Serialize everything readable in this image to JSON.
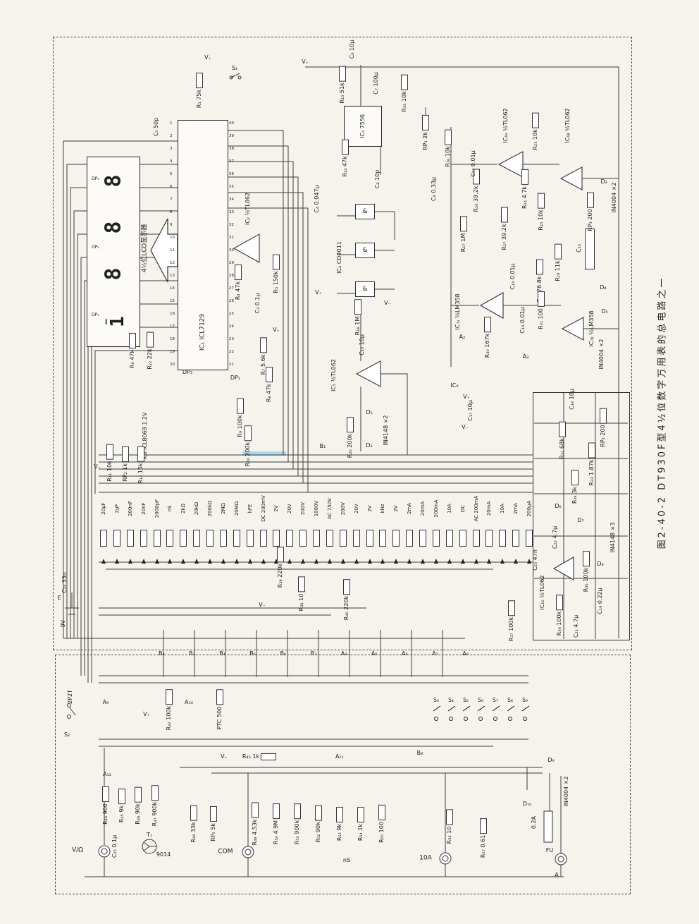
{
  "caption": "图2-40-2  DT930F型4½位数字万用表的总电路之一",
  "display": {
    "label": "4½位LCD显示器",
    "digits": [
      "8",
      "8",
      "8"
    ],
    "half": "1",
    "minus": "−",
    "dps": [
      "DP₃",
      "DP₂",
      "DP₁"
    ]
  },
  "ic1": {
    "pins_left": [
      "1",
      "2",
      "3",
      "4",
      "5",
      "6",
      "7",
      "8",
      "9",
      "10",
      "11",
      "12",
      "13",
      "14",
      "15",
      "16",
      "17",
      "18",
      "19",
      "20"
    ],
    "pins_right": [
      "40",
      "39",
      "38",
      "37",
      "36",
      "35",
      "34",
      "33",
      "32",
      "31",
      "30",
      "29",
      "28",
      "27",
      "26",
      "25",
      "24",
      "23",
      "22",
      "21"
    ]
  },
  "ranges": [
    "20μF",
    "2μF",
    "200nF",
    "20nF",
    "2000pF",
    "nS",
    "2kΩ",
    "20kΩ",
    "200kΩ",
    "2MΩ",
    "20MΩ",
    "hFE",
    "DC 200mV",
    "2V",
    "20V",
    "200V",
    "1000V",
    "AC 750V",
    "200V",
    "20V",
    "2V",
    "kHz",
    "2V",
    "2mA",
    "20mA",
    "200mA",
    "10A",
    "DC",
    "AC 200mA",
    "20mA",
    "10A",
    "2mA",
    "200μA"
  ],
  "bus_links": [
    "B₂",
    "B₃",
    "B₄",
    "B₅",
    "B₆",
    "B₇",
    "A₄",
    "A₅",
    "A₆",
    "A₇",
    "A₈"
  ],
  "s_row": [
    "S₃",
    "S₄",
    "S₅",
    "S₆",
    "S₇",
    "S₈",
    "S₉"
  ],
  "parts": {
    "s_power": "S₁",
    "vplus": "V₊",
    "vminus": "V₋",
    "gate": "&",
    "ic1": "IC₁ ICL7129",
    "ic2": "IC₂ ½TL062",
    "ic3": "IC₃ 7556",
    "ic4": "IC₄ CD4011",
    "ic5": "IC₅ ½TL062",
    "ic6a": "IC₆ₐ ½TL062",
    "ic6b": "IC₆ᵦ ½TL062",
    "ic7a": "IC₇ₐ ½LM358",
    "ic7b": "IC₇ᵦ ½LM358",
    "ic8": "IC₈ ICL8069 1.2V",
    "ic9": "IC₉",
    "ic10": "IC₁₀ ½TL062",
    "r1": "R₁ 75k",
    "c5": "C₅ 50p",
    "c4": "C₄ 0.047μ",
    "r4": "R₄ 47k",
    "r5": "R₅ 150k",
    "c3": "C₃ 0.1μ",
    "r7": "R₇ 5.6k",
    "r6": "R₆ 47k",
    "r22": "R₂₂ 22k",
    "dp3": "DP₃",
    "dp2": "DP₂",
    "r8": "R₈ 47k",
    "r9": "R₉ 100k",
    "r10": "R₁₀ 200k",
    "r11": "R₁₁ 10k",
    "rp2": "RP₂ 1k",
    "r12": "R₁₂ 15k",
    "c6": "C₆ 10μ",
    "r13": "R₁₃ 51k",
    "c7": "C₇ 100μ",
    "r15": "R₁₅ 10k",
    "r14": "R₁₄ 47k",
    "c8": "C₈ 10p",
    "rp1": "RP₁ 2k",
    "r16": "R₁₆ 10k",
    "c9": "C₉ 0.33μ",
    "r17": "R₁₇ 1M",
    "r18": "R₁₈ 1M",
    "c10": "C₁₀ 10μ",
    "d1": "D₁",
    "d2": "D₂",
    "in4148x2": "IN4148 ×2",
    "r20": "R₂₀ 200k",
    "b1": "B₁",
    "r23": "R₂₃ 10k",
    "r24": "R₂₄ 4.7k",
    "r25": "R₂₅ 10k",
    "rp3": "RP₃ 200",
    "d3": "D₃",
    "in4004x2": "IN4004 ×2",
    "r26": "R₂₆ 39.2k",
    "c11": "C₁₁ 0.01μ",
    "r27": "R₂₇ 39.2k",
    "c13": "C₁₃",
    "r28": "R₂₈ 11k",
    "r29": "R₂₉ 76.8k",
    "c14": "C₁₄ 0.01μ",
    "r30": "R₃₀ 167k",
    "c15": "C₁₅ 0.01μ",
    "r31": "R₃₁ 100",
    "d4": "D₄",
    "d5": "D₅",
    "a2": "A₂",
    "a3": "A₃",
    "c17": "C₁₇ 10μ",
    "c18": "C₁₈ 10μ",
    "r32": "R₃₂ 68k",
    "rp4": "RP₄ 200",
    "r33": "R₃₃ 1.87k",
    "r34": "R₃₄ 3k",
    "d6": "D₆",
    "d7": "D₇",
    "in4148x3": "IN4148 ×3",
    "d8": "D₈",
    "r35": "R₃₅ 100k",
    "r36": "R₃₆ 100k",
    "c19": "C₁₉ 0.22μ",
    "c20": "C₂₀ 47n",
    "r37": "R₃₇ 100k",
    "c21": "C₂₁ 4.7μ",
    "c22": "C₂₂ 4.7μ",
    "r38": "R₃₈ 220k",
    "r39": "R₃₉ 10",
    "r40": "R₄₀ 220k",
    "bat_e": "E",
    "bat_9v": "9V",
    "c24": "C₂₄ 33n",
    "sw2": "2P2T",
    "sw2_name": "S₂",
    "a9": "A₉",
    "r42": "R₄₂ 100k",
    "a10": "A₁₀",
    "ptc": "PTC 500",
    "b8": "B₈",
    "r43": "R₄₃ 1k",
    "a11": "A₁₁",
    "d9": "D₉",
    "in4004x2b": "IN4004 ×2",
    "d10": "D₁₀",
    "r44": "R₄₄ 900",
    "r45": "R₄₅ 9k",
    "r46": "R₄₆ 90k",
    "r47": "R₄₇ 900k",
    "a12": "A₁₂",
    "r48": "R₄₈ 33k",
    "rp5": "RP₅ 5k",
    "r49": "R₄₉ 4.53k",
    "r50": "R₅₀ 4.9M",
    "r51": "R₅₁ 900k",
    "r52": "R₅₂ 90k",
    "r53": "R₅₃ 9k",
    "r54": "R₅₄ 1k",
    "r55": "R₅₅ 100",
    "r56": "R₅₆ 10",
    "r57": "R₅₇ 0.61",
    "fu": "FU",
    "fu_rating": "0.2A",
    "t1": "T₁",
    "t1_type": "9014",
    "c25": "C₂₅ 0.1μ",
    "term_vohm": "V/Ω",
    "term_com": "COM",
    "term_10a": "10A",
    "term_a": "A",
    "ns": "nS"
  }
}
